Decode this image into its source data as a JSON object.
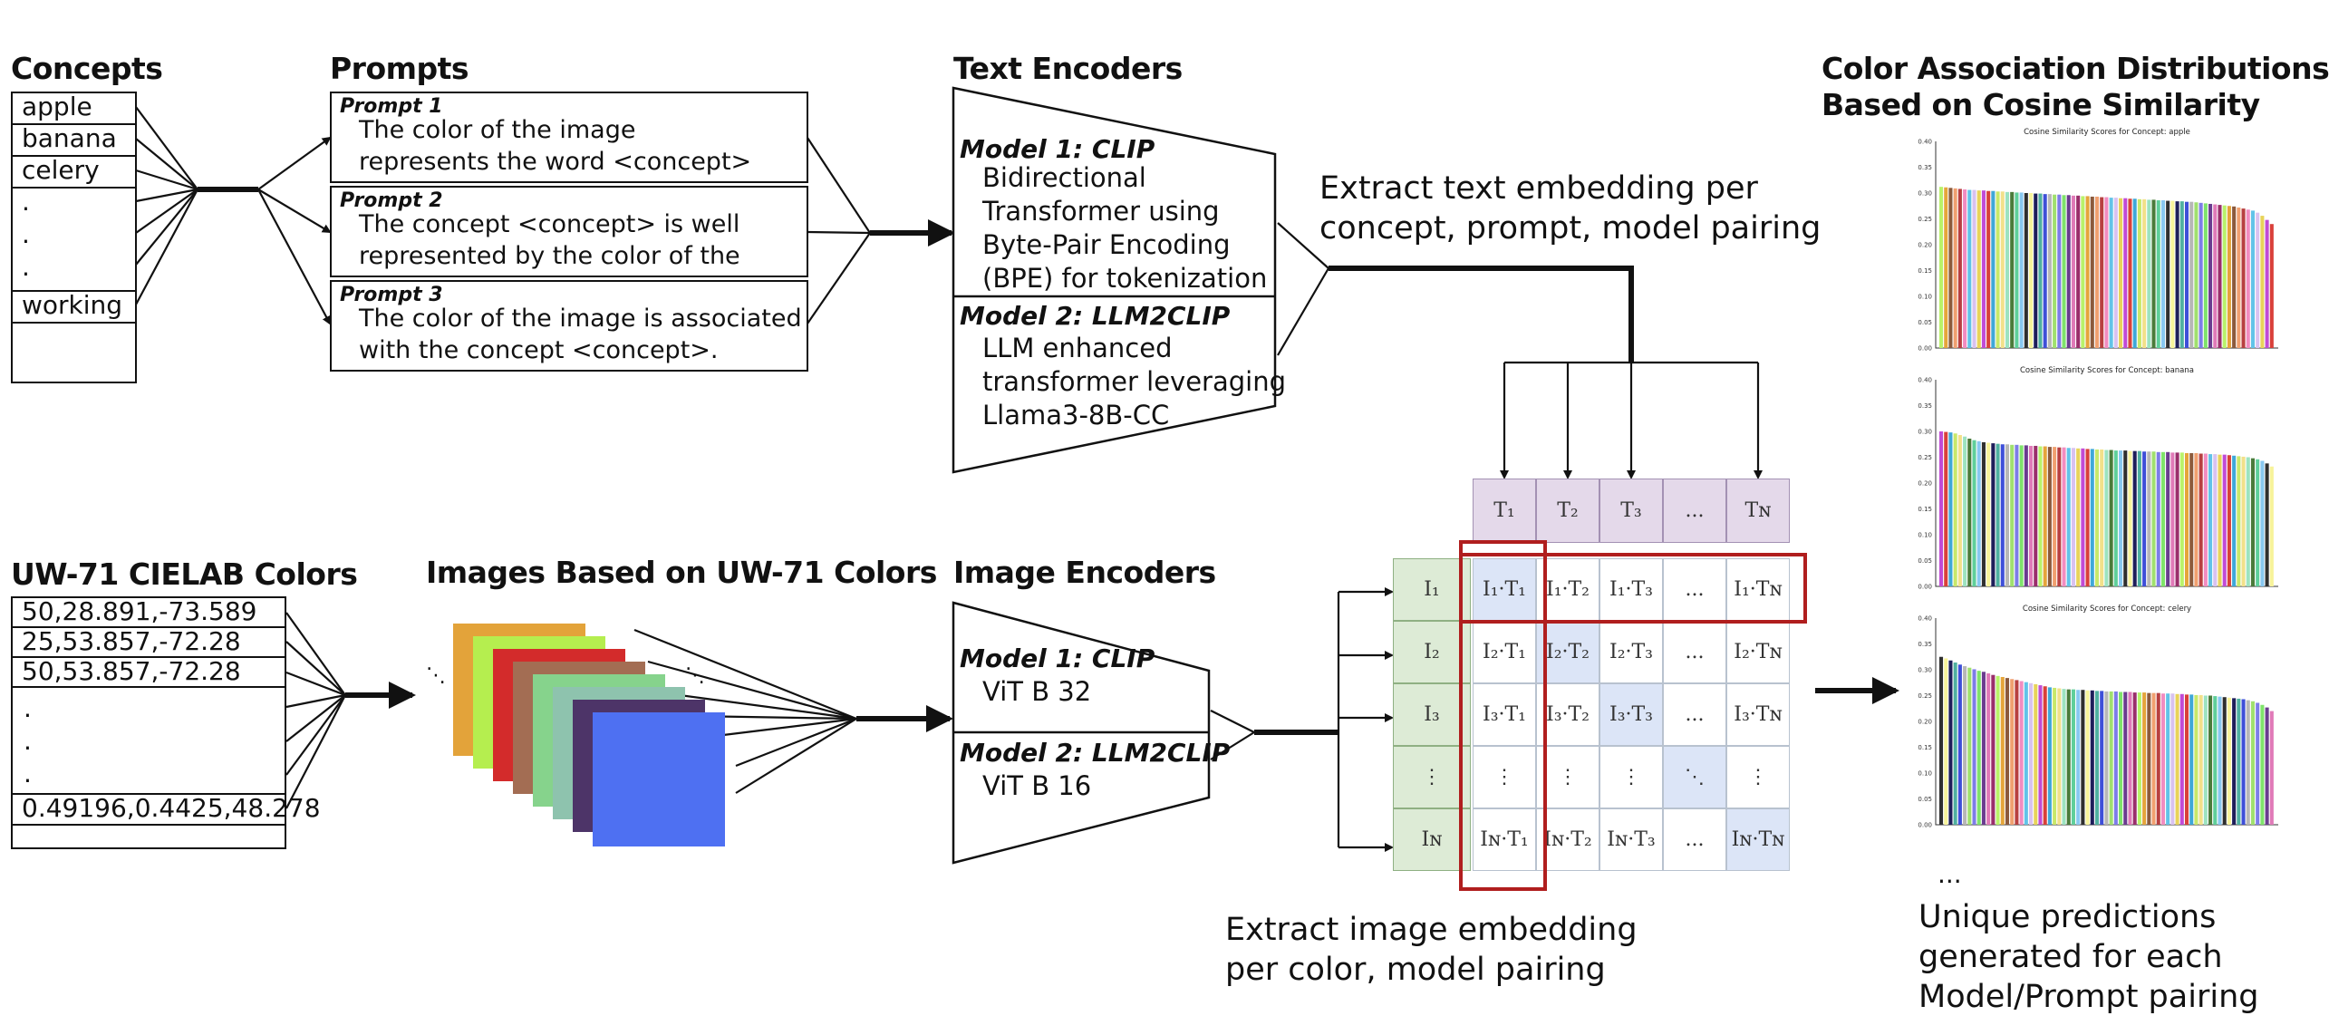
{
  "concepts": {
    "heading": "Concepts",
    "items": [
      "apple",
      "banana",
      "celery"
    ],
    "dots": [
      ".",
      ".",
      "."
    ],
    "last": "working"
  },
  "prompts": {
    "heading": "Prompts",
    "items": [
      {
        "title": "Prompt 1",
        "lines": [
          "The color of the image",
          "represents the word <concept>"
        ]
      },
      {
        "title": "Prompt 2",
        "lines": [
          "The concept <concept> is well",
          "represented by the color of the"
        ]
      },
      {
        "title": "Prompt 3",
        "lines": [
          "The color of the image is associated",
          "with the concept <concept>."
        ]
      }
    ]
  },
  "text_encoders": {
    "heading": "Text Encoders",
    "model1_title": "Model 1: CLIP",
    "model1_lines": [
      "Bidirectional",
      "Transformer using",
      "Byte-Pair Encoding",
      "(BPE) for tokenization"
    ],
    "model2_title": "Model 2: LLM2CLIP",
    "model2_lines": [
      "LLM enhanced",
      "transformer leveraging",
      "Llama3-8B-CC"
    ]
  },
  "text_embedding_caption": [
    "Extract text embedding per",
    "concept, prompt, model pairing"
  ],
  "colors": {
    "heading": "UW-71 CIELAB Colors",
    "items": [
      "50,28.891,-73.589",
      "25,53.857,-72.28",
      "50,53.857,-72.28"
    ],
    "dots": [
      ".",
      ".",
      "."
    ],
    "last": "0.49196,0.4425,48.278"
  },
  "images": {
    "heading": "Images Based on UW-71 Colors",
    "swatches": [
      "#E3A33A",
      "#B5EE4F",
      "#D32B2B",
      "#A36D53",
      "#86D38C",
      "#8EC3AE",
      "#4D3468",
      "#4E70F2"
    ]
  },
  "image_encoders": {
    "heading": "Image Encoders",
    "model1_title": "Model 1: CLIP",
    "model1_lines": [
      "ViT B 32"
    ],
    "model2_title": "Model 2: LLM2CLIP",
    "model2_lines": [
      "ViT B 16"
    ]
  },
  "image_embedding_caption": [
    "Extract image embedding",
    "per color, model pairing"
  ],
  "matrix": {
    "top": [
      "T₁",
      "T₂",
      "T₃",
      "...",
      "Tɴ"
    ],
    "left": [
      "I₁",
      "I₂",
      "I₃",
      "⋮",
      "Iɴ"
    ],
    "rows": [
      [
        "I₁·T₁",
        "I₁·T₂",
        "I₁·T₃",
        "...",
        "I₁·Tɴ"
      ],
      [
        "I₂·T₁",
        "I₂·T₂",
        "I₂·T₃",
        "...",
        "I₂·Tɴ"
      ],
      [
        "I₃·T₁",
        "I₃·T₂",
        "I₃·T₃",
        "...",
        "I₃·Tɴ"
      ],
      [
        "⋮",
        "⋮",
        "⋮",
        "⋱",
        "⋮"
      ],
      [
        "Iɴ·T₁",
        "Iɴ·T₂",
        "Iɴ·T₃",
        "...",
        "Iɴ·Tɴ"
      ]
    ],
    "top_color": "#E4D9EA",
    "left_color": "#DDEBD6",
    "diag_color": "#DCE5F7",
    "highlight_color": "#B01E1E"
  },
  "distributions": {
    "heading": [
      "Color Association Distributions",
      "Based on Cosine Similarity"
    ],
    "ellipsis": "...",
    "caption": [
      "Unique predictions",
      "generated for each",
      "Model/Prompt pairing"
    ]
  },
  "chart_data": [
    {
      "type": "bar",
      "title": "Cosine Similarity Scores for Concept: apple",
      "ylim": [
        0,
        0.4
      ],
      "yticks": [
        "0.00",
        "0.05",
        "0.10",
        "0.15",
        "0.20",
        "0.25",
        "0.30",
        "0.35",
        "0.40"
      ],
      "values": [
        0.312,
        0.311,
        0.31,
        0.309,
        0.308,
        0.307,
        0.306,
        0.306,
        0.305,
        0.305,
        0.304,
        0.304,
        0.303,
        0.303,
        0.302,
        0.302,
        0.301,
        0.301,
        0.3,
        0.3,
        0.299,
        0.299,
        0.298,
        0.298,
        0.297,
        0.297,
        0.296,
        0.296,
        0.295,
        0.295,
        0.294,
        0.294,
        0.293,
        0.293,
        0.292,
        0.292,
        0.291,
        0.291,
        0.29,
        0.29,
        0.289,
        0.289,
        0.288,
        0.288,
        0.287,
        0.287,
        0.286,
        0.286,
        0.285,
        0.285,
        0.284,
        0.284,
        0.283,
        0.283,
        0.282,
        0.281,
        0.28,
        0.279,
        0.278,
        0.277,
        0.276,
        0.275,
        0.274,
        0.272,
        0.27,
        0.268,
        0.266,
        0.262,
        0.256,
        0.248,
        0.24
      ]
    },
    {
      "type": "bar",
      "title": "Cosine Similarity Scores for Concept: banana",
      "ylim": [
        0,
        0.4
      ],
      "yticks": [
        "0.00",
        "0.05",
        "0.10",
        "0.15",
        "0.20",
        "0.25",
        "0.30",
        "0.35",
        "0.40"
      ],
      "values": [
        0.3,
        0.299,
        0.298,
        0.296,
        0.293,
        0.29,
        0.286,
        0.283,
        0.281,
        0.279,
        0.278,
        0.277,
        0.276,
        0.275,
        0.275,
        0.274,
        0.274,
        0.273,
        0.273,
        0.272,
        0.272,
        0.271,
        0.271,
        0.27,
        0.27,
        0.269,
        0.269,
        0.268,
        0.268,
        0.267,
        0.267,
        0.266,
        0.266,
        0.265,
        0.265,
        0.264,
        0.264,
        0.263,
        0.263,
        0.263,
        0.262,
        0.262,
        0.262,
        0.261,
        0.261,
        0.261,
        0.26,
        0.26,
        0.26,
        0.259,
        0.259,
        0.259,
        0.258,
        0.258,
        0.258,
        0.257,
        0.257,
        0.256,
        0.256,
        0.255,
        0.255,
        0.254,
        0.253,
        0.252,
        0.251,
        0.25,
        0.248,
        0.246,
        0.243,
        0.238,
        0.232
      ]
    },
    {
      "type": "bar",
      "title": "Cosine Similarity Scores for Concept: celery",
      "ylim": [
        0,
        0.4
      ],
      "yticks": [
        "0.00",
        "0.05",
        "0.10",
        "0.15",
        "0.20",
        "0.25",
        "0.30",
        "0.35",
        "0.40"
      ],
      "values": [
        0.325,
        0.322,
        0.318,
        0.314,
        0.31,
        0.307,
        0.304,
        0.301,
        0.298,
        0.296,
        0.293,
        0.29,
        0.288,
        0.286,
        0.284,
        0.282,
        0.28,
        0.278,
        0.276,
        0.274,
        0.272,
        0.27,
        0.268,
        0.266,
        0.265,
        0.264,
        0.263,
        0.262,
        0.262,
        0.261,
        0.261,
        0.26,
        0.26,
        0.259,
        0.259,
        0.258,
        0.258,
        0.258,
        0.257,
        0.257,
        0.257,
        0.256,
        0.256,
        0.256,
        0.255,
        0.255,
        0.255,
        0.254,
        0.254,
        0.254,
        0.253,
        0.253,
        0.252,
        0.252,
        0.251,
        0.251,
        0.25,
        0.25,
        0.249,
        0.248,
        0.247,
        0.246,
        0.245,
        0.244,
        0.243,
        0.241,
        0.239,
        0.236,
        0.232,
        0.227,
        0.22
      ]
    }
  ],
  "bar_palette": [
    "#B9F26A",
    "#F2E08A",
    "#7FE36B",
    "#C14BD6",
    "#3E4FD8",
    "#F28CC0",
    "#2F2F2F",
    "#E5A53B",
    "#9DE3C0",
    "#6A3C8F",
    "#D9403A",
    "#B7B7B7",
    "#62C3E8",
    "#F7F39A",
    "#8C5A3C",
    "#4A7B3A",
    "#E07AB8",
    "#3FA8D8",
    "#A0E06E",
    "#D8C2F0",
    "#1E1E5A",
    "#F0A070",
    "#5FCF9A",
    "#9A2E6B",
    "#C8E86A",
    "#7D7DE8",
    "#E8D35A",
    "#4FB0A0",
    "#B84040",
    "#88C8F0"
  ]
}
